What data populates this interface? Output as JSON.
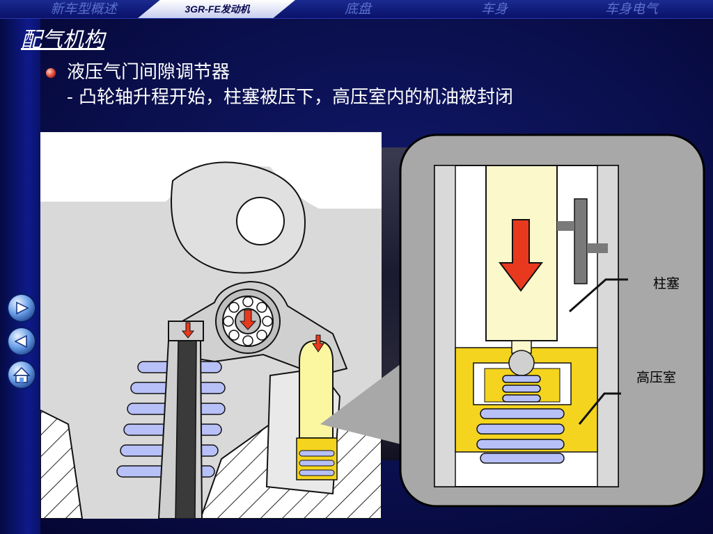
{
  "nav": {
    "tabs": [
      {
        "label": "新车型概述"
      },
      {
        "label": "3GR-FE发动机",
        "active": true
      },
      {
        "label": "底盘"
      },
      {
        "label": "车身"
      },
      {
        "label": "车身电气"
      }
    ]
  },
  "page": {
    "title": "配气机构",
    "bullet_line1": "液压气门间隙调节器",
    "bullet_line2": "- 凸轮轴升程开始，柱塞被压下，高压室内的机油被封闭"
  },
  "diagram": {
    "labels": {
      "plunger": "柱塞",
      "high_pressure_chamber": "高压室"
    }
  },
  "side_nav": {
    "icons": [
      "forward-arrow-icon",
      "back-arrow-icon",
      "home-icon"
    ]
  },
  "colors": {
    "accent": "#1a2a8e",
    "arrow_red": "#e8391f",
    "oil_yellow": "#f4d41e",
    "plunger_cream": "#fbf8cc",
    "spring_blue": "#b8c0f8"
  }
}
